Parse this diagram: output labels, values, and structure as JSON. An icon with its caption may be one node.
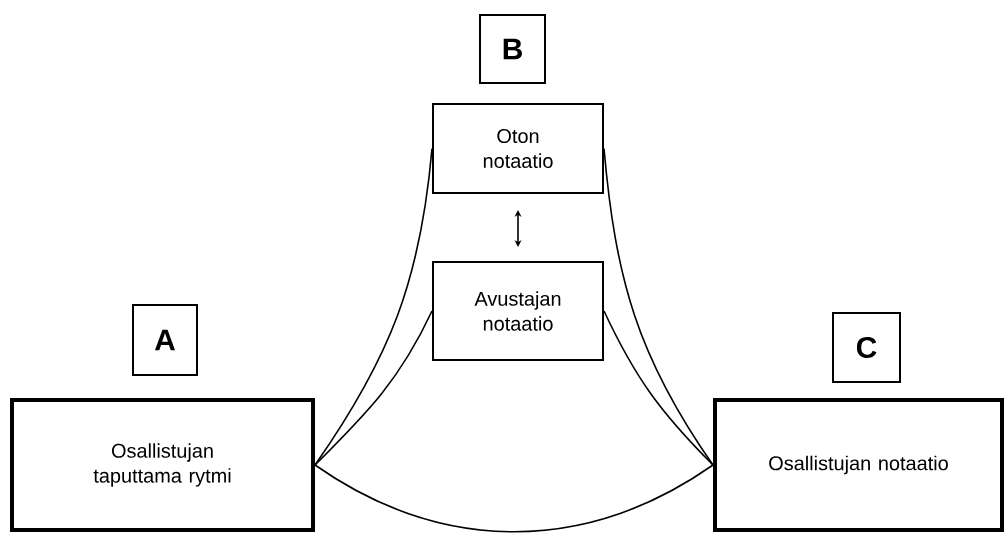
{
  "diagram": {
    "nodes": [
      {
        "text": [
          "B"
        ]
      },
      {
        "text": [
          "Oton notaatio"
        ]
      },
      {
        "text": [
          "Avustajan notaatio"
        ]
      },
      {
        "text": [
          "A"
        ]
      },
      {
        "text": [
          "C"
        ]
      },
      {
        "text": [
          "Osallistujan taputtama rytmi"
        ]
      },
      {
        "text": [
          "Osallistujan notaatio"
        ]
      }
    ],
    "edges": [
      {
        "from": 5,
        "to": 1,
        "arrow": "none"
      },
      {
        "from": 5,
        "to": 2,
        "arrow": "none"
      },
      {
        "from": 1,
        "to": 6,
        "arrow": "none"
      },
      {
        "from": 2,
        "to": 6,
        "arrow": "none"
      },
      {
        "from": 5,
        "to": 6,
        "arrow": "none"
      },
      {
        "from": 1,
        "to": 2,
        "arrow": "both"
      }
    ]
  }
}
